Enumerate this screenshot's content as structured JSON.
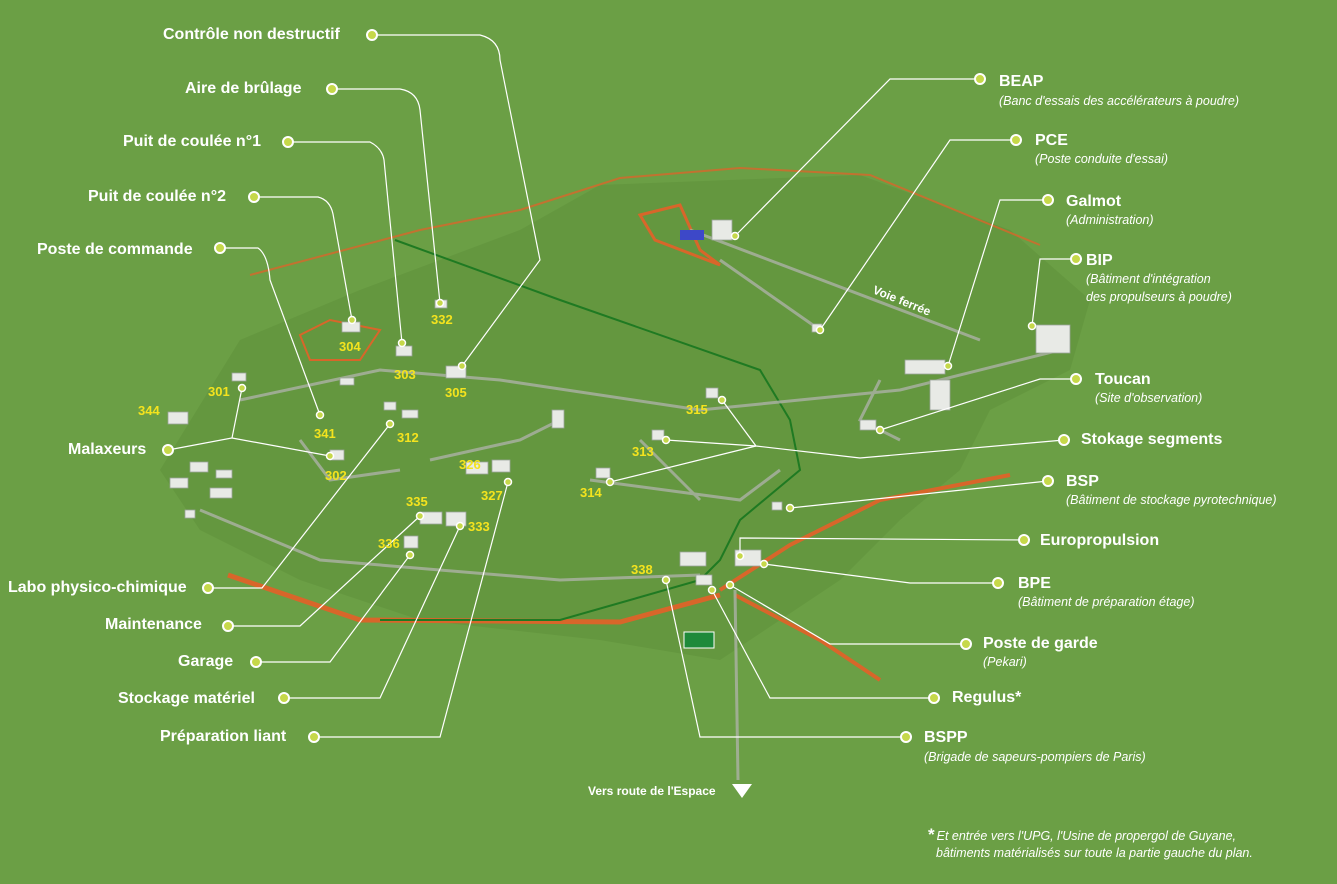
{
  "labels_left": [
    {
      "id": "controle",
      "text": "Contrôle non destructif"
    },
    {
      "id": "aire",
      "text": "Aire de brûlage"
    },
    {
      "id": "puit1",
      "text": "Puit de coulée n°1"
    },
    {
      "id": "puit2",
      "text": "Puit de coulée n°2"
    },
    {
      "id": "poste_cmd",
      "text": "Poste de commande"
    },
    {
      "id": "malaxeurs",
      "text": "Malaxeurs"
    },
    {
      "id": "labo",
      "text": "Labo physico-chimique"
    },
    {
      "id": "maintenance",
      "text": "Maintenance"
    },
    {
      "id": "garage",
      "text": "Garage"
    },
    {
      "id": "stockage_mat",
      "text": "Stockage matériel"
    },
    {
      "id": "preparation",
      "text": "Préparation liant"
    }
  ],
  "labels_right": [
    {
      "id": "beap",
      "text": "BEAP",
      "sub": "(Banc d'essais des accélérateurs à poudre)"
    },
    {
      "id": "pce",
      "text": "PCE",
      "sub": "(Poste conduite d'essai)"
    },
    {
      "id": "galmot",
      "text": "Galmot",
      "sub": "(Administration)"
    },
    {
      "id": "bip",
      "text": "BIP",
      "sub": "(Bâtiment d'intégration",
      "sub2": "des propulseurs à poudre)"
    },
    {
      "id": "toucan",
      "text": "Toucan",
      "sub": "(Site d'observation)"
    },
    {
      "id": "stokage",
      "text": "Stokage segments"
    },
    {
      "id": "bsp",
      "text": "BSP",
      "sub": "(Bâtiment de stockage pyrotechnique)"
    },
    {
      "id": "europ",
      "text": "Europropulsion"
    },
    {
      "id": "bpe",
      "text": "BPE",
      "sub": "(Bâtiment de préparation étage)"
    },
    {
      "id": "garde",
      "text": "Poste de garde",
      "sub": "(Pekari)"
    },
    {
      "id": "regulus",
      "text": "Regulus*"
    },
    {
      "id": "bspp",
      "text": "BSPP",
      "sub": "(Brigade de sapeurs-pompiers de Paris)"
    }
  ],
  "numbers": [
    "332",
    "304",
    "303",
    "305",
    "301",
    "344",
    "341",
    "312",
    "302",
    "326",
    "327",
    "335",
    "336",
    "333",
    "315",
    "313",
    "314",
    "338"
  ],
  "rail_label": "Voie ferrée",
  "route_label": "Vers route de l'Espace",
  "footnote": {
    "star": "*",
    "line1": "Et entrée vers l'UPG, l'Usine de propergol de Guyane,",
    "line2": "bâtiments matérialisés sur toute la partie gauche du plan."
  },
  "colors": {
    "background": "#6b9f45",
    "plateau": "#5e8f3b",
    "leader": "#ffffff",
    "dot": "#c6d84a",
    "numbers": "#f4e31e",
    "rail_orange": "#d8662a",
    "rail_green": "#1f7a22"
  }
}
